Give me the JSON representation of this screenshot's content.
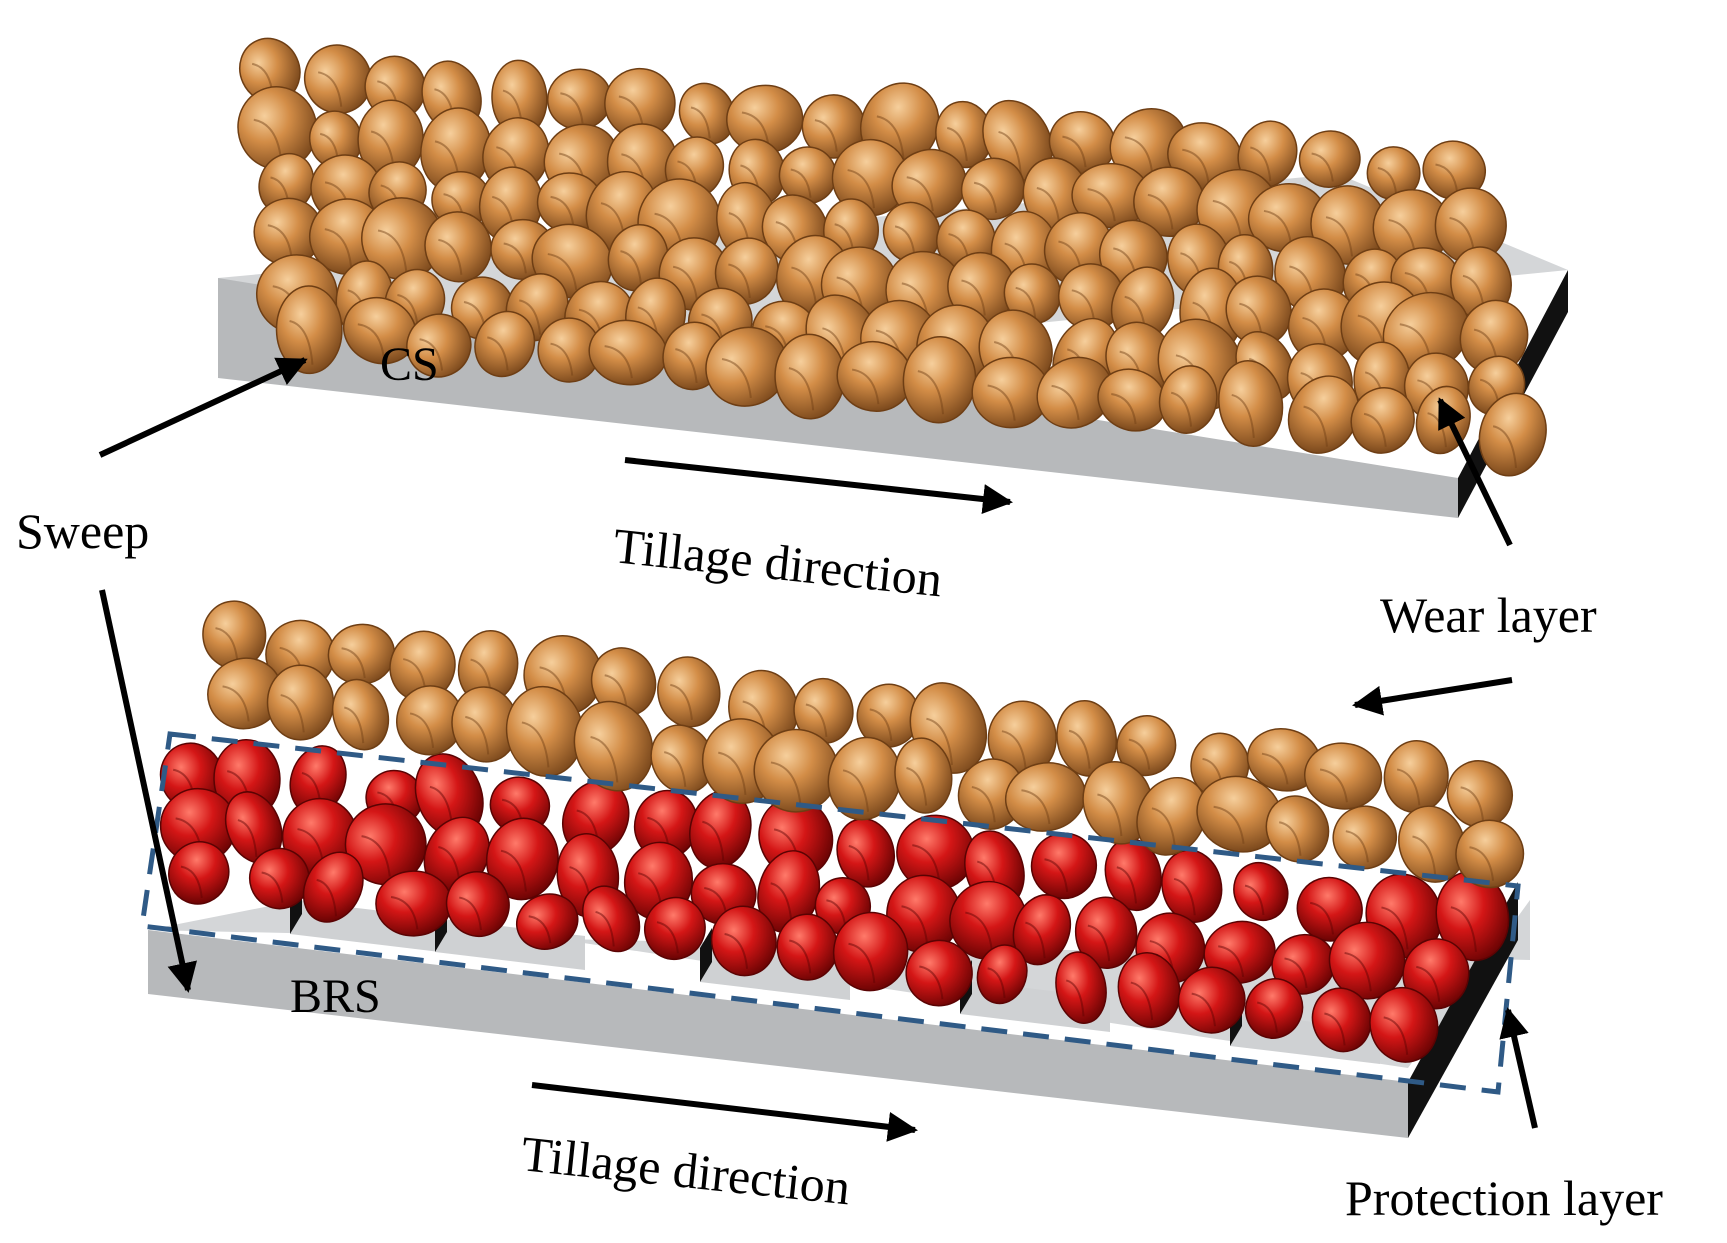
{
  "labels": {
    "cs": "CS",
    "brs": "BRS",
    "sweep": "Sweep",
    "tillage_top": "Tillage direction",
    "tillage_bottom": "Tillage direction",
    "wear_layer": "Wear layer",
    "protection_layer": "Protection layer"
  },
  "colors": {
    "plate_top": "#d4d6d8",
    "plate_front": "#b7b9bb",
    "plate_side": "#111111",
    "wear_particle": "#cf8a45",
    "wear_highlight": "#f2c48c",
    "wear_shadow": "#8a5424",
    "protection_particle": "#d21414",
    "protection_highlight": "#ff6a5a",
    "protection_shadow": "#7a0606",
    "dashed_box": "#2f5a86",
    "arrow": "#000000"
  },
  "icons": {
    "particles": "rounded-grain-shape"
  }
}
